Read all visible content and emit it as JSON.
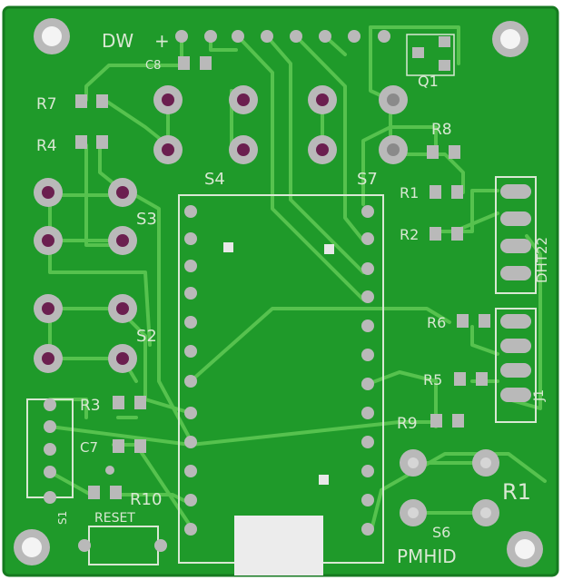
{
  "labels": {
    "dw": "DW",
    "plus": "+",
    "c8": "C8",
    "r7": "R7",
    "r4": "R4",
    "s4": "S4",
    "s7": "S7",
    "q1": "Q1",
    "r8": "R8",
    "r1": "R1",
    "r2": "R2",
    "s3": "S3",
    "dht22": "DHT22",
    "s2": "S2",
    "r6": "R6",
    "r5": "R5",
    "j1": "J1",
    "r3": "R3",
    "r9": "R9",
    "c7": "C7",
    "r10": "R10",
    "s1": "S1",
    "reset": "RESET",
    "r1_pot": "R1",
    "s6": "S6",
    "pmhid": "PMHID"
  },
  "colors": {
    "board": "#1f9a2a",
    "trace": "#56c24e",
    "pad": "#b9b9b9",
    "via": "#6b1f4f",
    "silk": "#d9e8d3"
  }
}
